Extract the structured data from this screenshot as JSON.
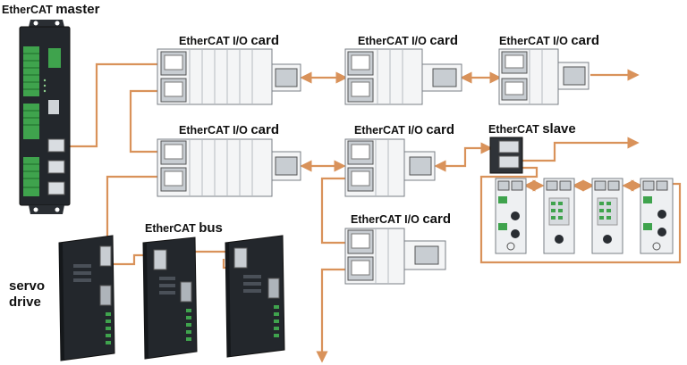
{
  "labels": {
    "master_prefix": "EtherCAT",
    "master_suffix": "master",
    "io_card_prefix": "EtherCAT I/O",
    "io_card_suffix": "card",
    "slave_prefix": "EtherCAT",
    "slave_suffix": "slave",
    "bus_prefix": "EtherCAT",
    "bus_suffix": "bus",
    "servo_line1": "servo",
    "servo_line2": "drive"
  },
  "colors": {
    "cable": "#d9925a",
    "card_body": "#f4f5f6",
    "card_edge": "#7a7f85",
    "device_dark": "#23272c",
    "terminal_green": "#3fa34d",
    "port_body": "#c8cdd2"
  }
}
